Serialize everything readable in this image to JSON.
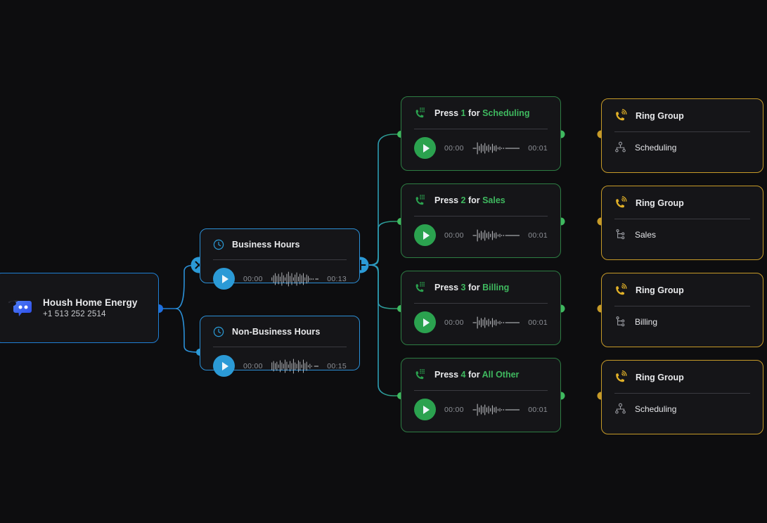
{
  "canvas": {
    "background": "#0d0d0f"
  },
  "colors": {
    "blue": "#1f7fd4",
    "cyan": "#2b9ad6",
    "green": "#2ba24f",
    "green_line": "#3fb95f",
    "amber": "#c69a28",
    "card_fill": "#151518",
    "text": "#e9eaec",
    "muted": "#8d9096"
  },
  "root": {
    "name": "Housh Home Energy",
    "phone": "+1 513 252 2514",
    "avatar_icon": "chat-bubble-sunglasses-icon"
  },
  "hours": [
    {
      "id": "business-hours",
      "icon": "clock-icon",
      "title": "Business Hours",
      "play_icon": "play-icon",
      "current_time": "00:00",
      "total_time": "00:13",
      "waveform_icon": "audio-waveform-icon"
    },
    {
      "id": "non-business-hours",
      "icon": "clock-icon",
      "title": "Non-Business Hours",
      "play_icon": "play-icon",
      "current_time": "00:00",
      "total_time": "00:15",
      "waveform_icon": "audio-waveform-icon"
    }
  ],
  "ivr_options": [
    {
      "id": "press-1",
      "icon": "phone-dialpad-icon",
      "prefix": "Press ",
      "digit": "1",
      "middle": " for ",
      "destination": "Scheduling",
      "play_icon": "play-icon",
      "current_time": "00:00",
      "total_time": "00:01",
      "waveform_icon": "audio-waveform-icon"
    },
    {
      "id": "press-2",
      "icon": "phone-dialpad-icon",
      "prefix": "Press ",
      "digit": "2",
      "middle": " for ",
      "destination": "Sales",
      "play_icon": "play-icon",
      "current_time": "00:00",
      "total_time": "00:01",
      "waveform_icon": "audio-waveform-icon"
    },
    {
      "id": "press-3",
      "icon": "phone-dialpad-icon",
      "prefix": "Press ",
      "digit": "3",
      "middle": " for ",
      "destination": "Billing",
      "play_icon": "play-icon",
      "current_time": "00:00",
      "total_time": "00:01",
      "waveform_icon": "audio-waveform-icon"
    },
    {
      "id": "press-4",
      "icon": "phone-dialpad-icon",
      "prefix": "Press ",
      "digit": "4",
      "middle": " for ",
      "destination": "All Other",
      "play_icon": "play-icon",
      "current_time": "00:00",
      "total_time": "00:01",
      "waveform_icon": "audio-waveform-icon"
    }
  ],
  "ring_groups": [
    {
      "id": "ring-group-1",
      "icon": "phone-ringing-icon",
      "title": "Ring Group",
      "sub_icon": "org-tree-icon",
      "sub_label": "Scheduling"
    },
    {
      "id": "ring-group-2",
      "icon": "phone-ringing-icon",
      "title": "Ring Group",
      "sub_icon": "branch-node-icon",
      "sub_label": "Sales"
    },
    {
      "id": "ring-group-3",
      "icon": "phone-ringing-icon",
      "title": "Ring Group",
      "sub_icon": "branch-node-icon",
      "sub_label": "Billing"
    },
    {
      "id": "ring-group-4",
      "icon": "phone-ringing-icon",
      "title": "Ring Group",
      "sub_icon": "org-tree-icon",
      "sub_label": "Scheduling"
    }
  ],
  "controls": {
    "close_node": {
      "icon": "close-circle-icon",
      "label": "x"
    },
    "add_node": {
      "icon": "plus-circle-icon",
      "label": "+"
    }
  }
}
